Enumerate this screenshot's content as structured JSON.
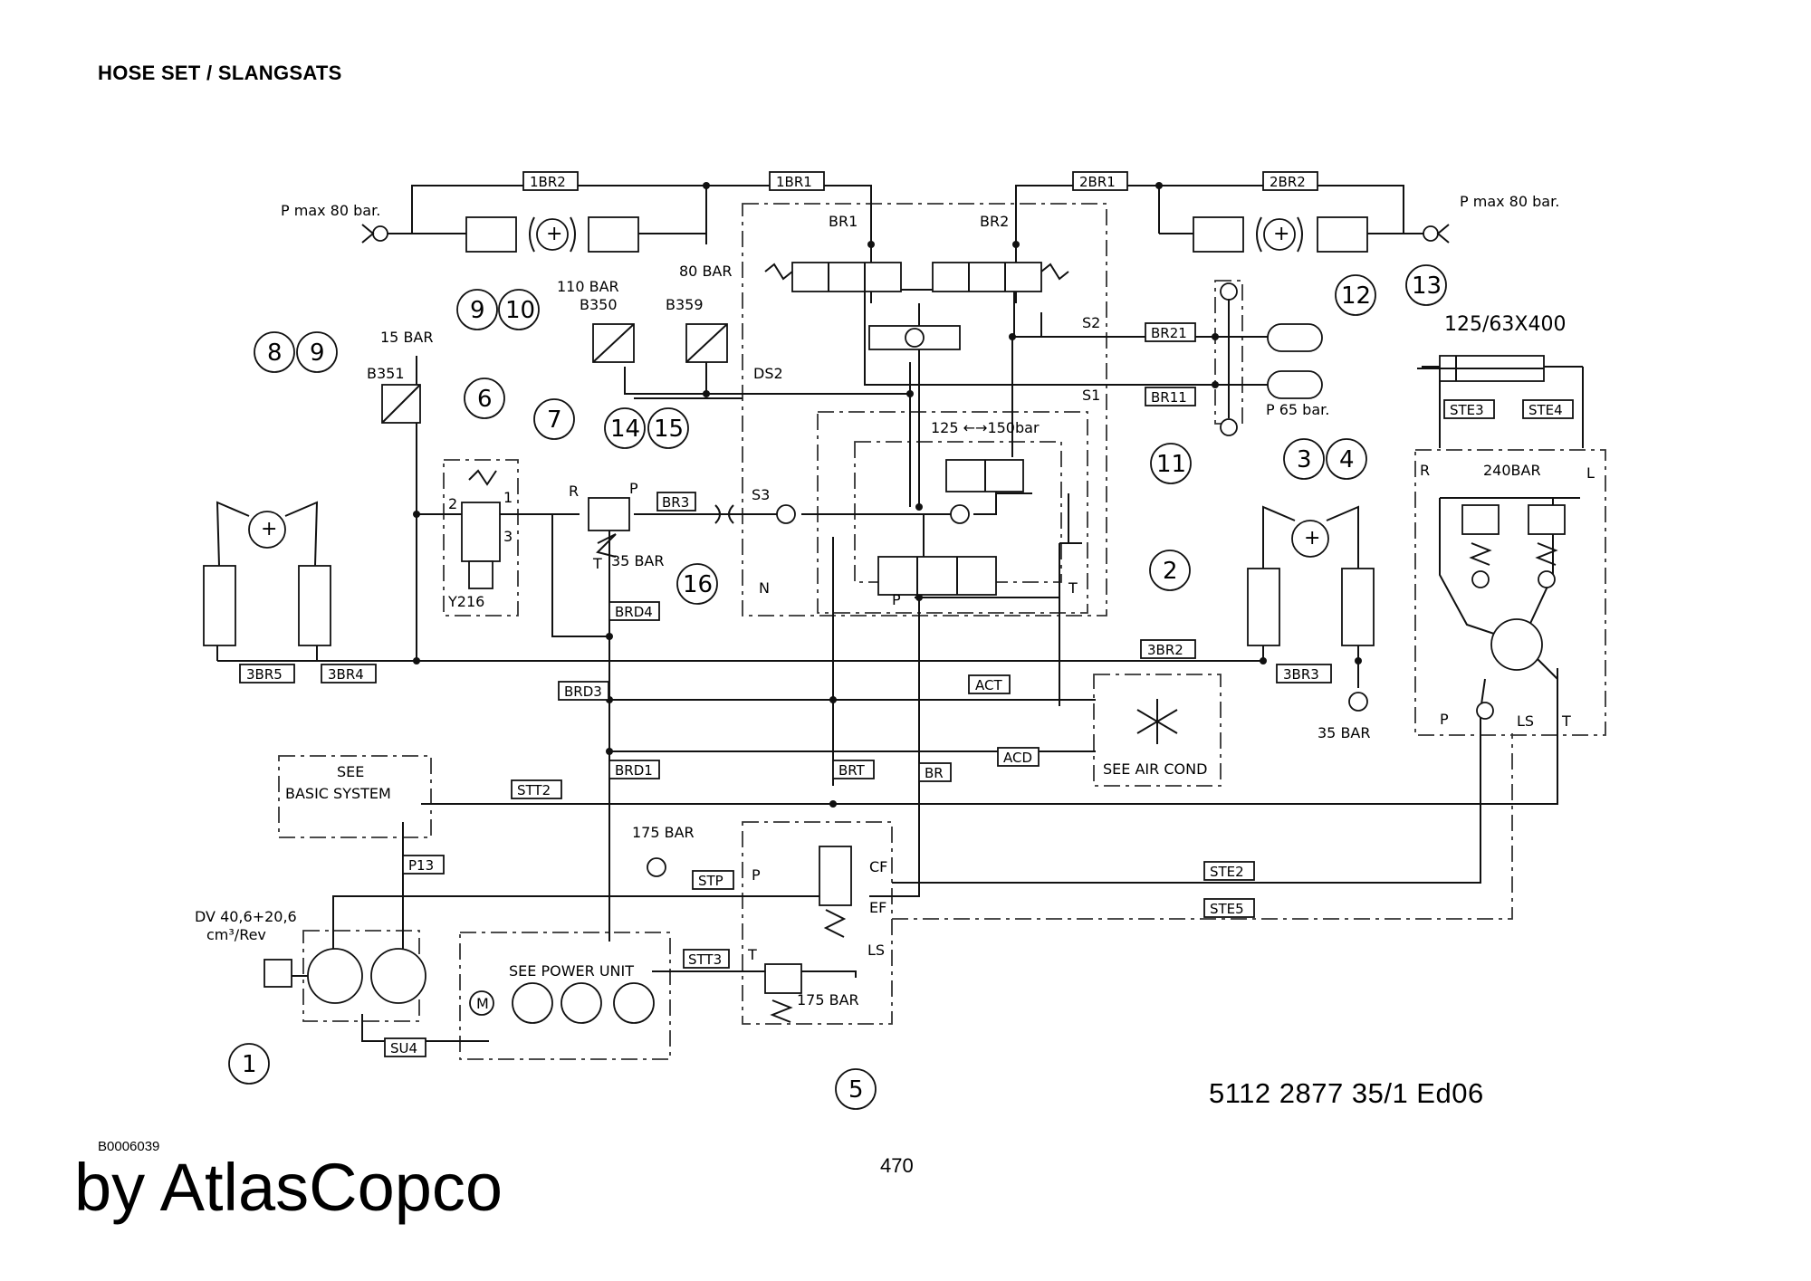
{
  "header": {
    "title": "HOSE SET / SLANGSATS"
  },
  "footer": {
    "figure_id": "B0006039",
    "page_number": "470",
    "drawing_number": "5112 2877 35/1  Ed06",
    "watermark": "by AtlasCopco"
  },
  "hose_labels": {
    "h1br2": "1BR2",
    "h1br1": "1BR1",
    "h2br1": "2BR1",
    "h2br2": "2BR2",
    "br21": "BR21",
    "br11": "BR11",
    "br3": "BR3",
    "brd4": "BRD4",
    "h3br5": "3BR5",
    "h3br4": "3BR4",
    "h3br2": "3BR2",
    "h3br3": "3BR3",
    "ste3": "STE3",
    "ste4": "STE4",
    "brd3": "BRD3",
    "act": "ACT",
    "acd": "ACD",
    "brd1": "BRD1",
    "brt": "BRT",
    "br": "BR",
    "stt2": "STT2",
    "p13": "P13",
    "stp": "STP",
    "ste2": "STE2",
    "ste5": "STE5",
    "stt3": "STT3",
    "su4": "SU4"
  },
  "annotations": {
    "pmax_left": "P max 80 bar.",
    "pmax_right": "P max 80 bar.",
    "br1": "BR1",
    "br2": "BR2",
    "bar110": "110 BAR",
    "b350": "B350",
    "bar80": "80 BAR",
    "b359": "B359",
    "bar15": "15 BAR",
    "b351": "B351",
    "ds2": "DS2",
    "s2": "S2",
    "s1": "S1",
    "p65": "P 65 bar.",
    "cyl": "125/63X400",
    "range": "125 ←→150bar",
    "bar240": "240BAR",
    "r_right": "R",
    "l_right": "L",
    "port2": "2",
    "port1": "1",
    "port3": "3",
    "y216": "Y216",
    "r_valve": "R",
    "p_valve": "P",
    "t_valve": "T",
    "bar35": "35 BAR",
    "s3": "S3",
    "n_port": "N",
    "t_port": "T",
    "p_port": "P",
    "bar35b": "35 BAR",
    "p_motor": "P",
    "ls_motor": "LS",
    "t_motor": "T",
    "see_basic_1": "SEE",
    "see_basic_2": "BASIC SYSTEM",
    "see_air": "SEE AIR COND",
    "bar175": "175 BAR",
    "p_stp": "P",
    "cf": "CF",
    "ef": "EF",
    "ls5": "LS",
    "t5": "T",
    "bar175b": "175 BAR",
    "dv": "DV 40,6+20,6",
    "cm": "cm³/Rev",
    "see_power": "SEE POWER UNIT",
    "m": "M"
  },
  "callouts": {
    "c1": "1",
    "c2": "2",
    "c3": "3",
    "c4": "4",
    "c5": "5",
    "c6": "6",
    "c7": "7",
    "c8": "8",
    "c9a": "9",
    "c9b": "9",
    "c10": "10",
    "c11": "11",
    "c12": "12",
    "c13": "13",
    "c14": "14",
    "c15": "15",
    "c16": "16"
  }
}
